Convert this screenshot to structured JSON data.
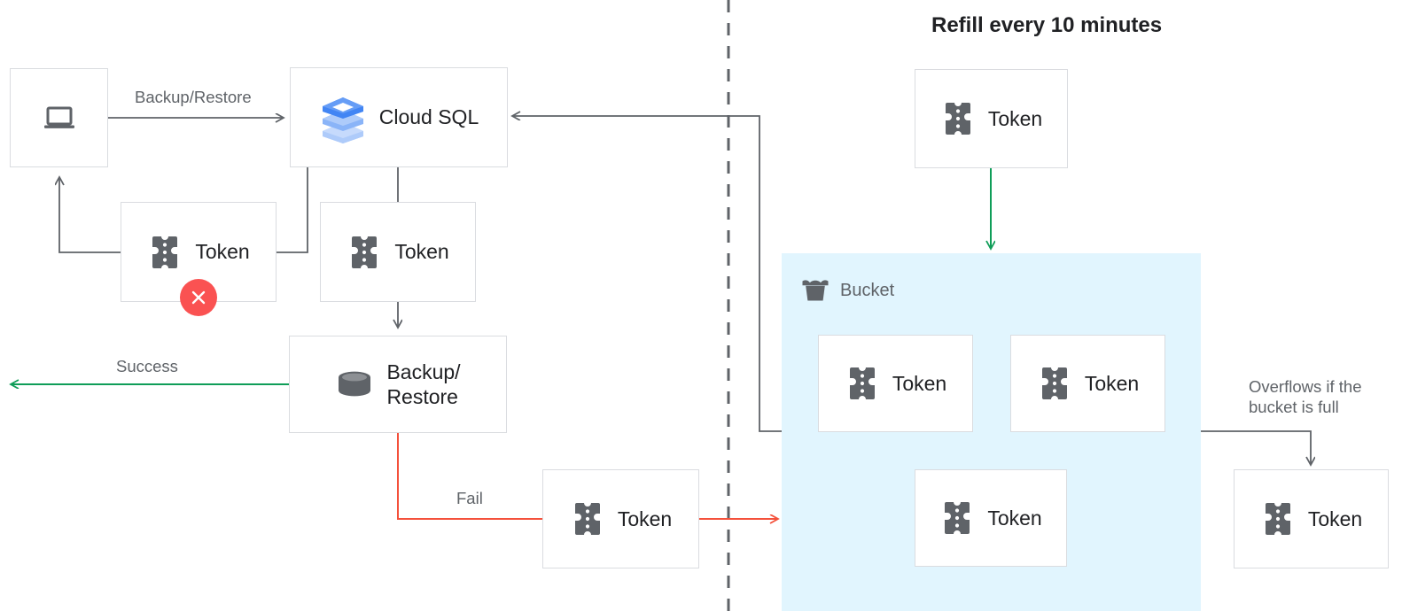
{
  "diagram": {
    "title": "Refill every 10 minutes",
    "colors": {
      "box_border": "#dadce0",
      "arrow_dark": "#5f6368",
      "arrow_green": "#0f9d58",
      "arrow_red": "#f4513b",
      "error_badge": "#fa5252",
      "bucket_fill": "#e1f5fe",
      "label_text": "#5f6368",
      "node_text": "#202124",
      "cloudsql_blue": "#4285f4"
    },
    "nodes": {
      "client": {
        "icon": "laptop-icon",
        "label": ""
      },
      "cloud_sql": {
        "icon": "cloud-sql-icon",
        "label": "Cloud SQL"
      },
      "token_failed": {
        "icon": "token-icon",
        "label": "Token",
        "badge": "error-x-icon"
      },
      "token_consumed": {
        "icon": "token-icon",
        "label": "Token"
      },
      "backup_restore": {
        "icon": "database-icon",
        "label": "Backup/\nRestore"
      },
      "token_fail_return": {
        "icon": "token-icon",
        "label": "Token"
      },
      "token_refill": {
        "icon": "token-icon",
        "label": "Token"
      },
      "bucket": {
        "icon": "bucket-icon",
        "label": "Bucket"
      },
      "token_bucket_1": {
        "icon": "token-icon",
        "label": "Token"
      },
      "token_bucket_2": {
        "icon": "token-icon",
        "label": "Token"
      },
      "token_bucket_3": {
        "icon": "token-icon",
        "label": "Token"
      },
      "token_overflow": {
        "icon": "token-icon",
        "label": "Token"
      }
    },
    "edge_labels": {
      "backup_restore": "Backup/Restore",
      "success": "Success",
      "fail": "Fail",
      "overflow": "Overflows if the\nbucket is full"
    }
  }
}
